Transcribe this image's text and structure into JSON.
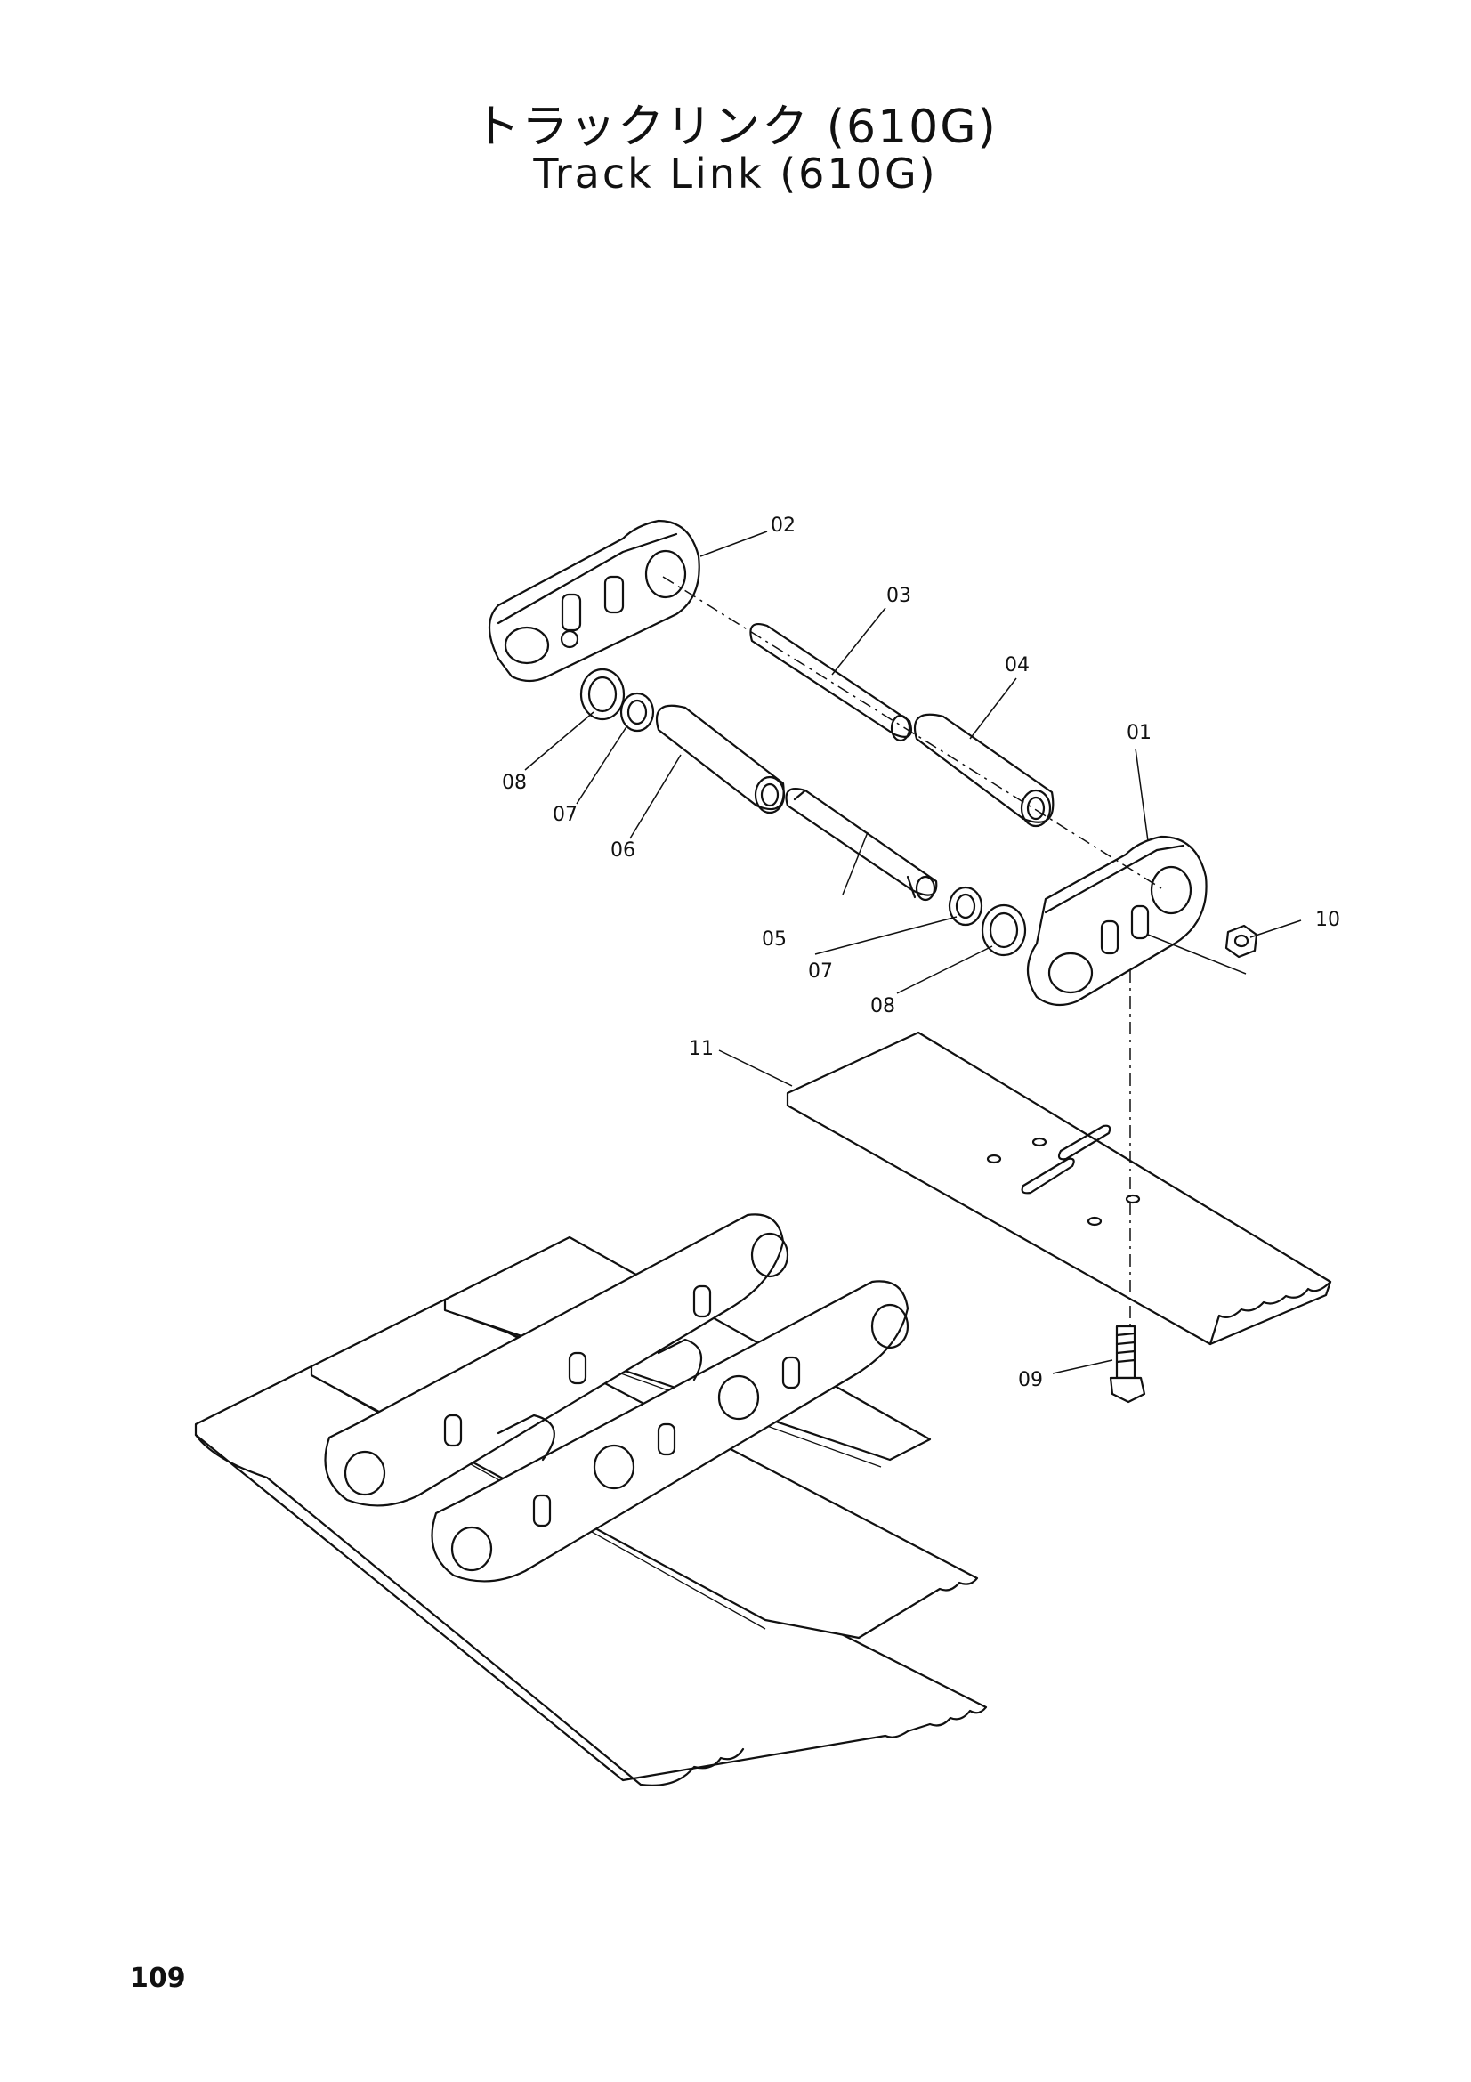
{
  "title": {
    "japanese": "トラックリンク (610G)",
    "english": "Track Link (610G)"
  },
  "page_number": "109",
  "callouts": [
    "01",
    "02",
    "03",
    "04",
    "05",
    "06",
    "07",
    "08",
    "07",
    "08",
    "09",
    "10",
    "11"
  ]
}
